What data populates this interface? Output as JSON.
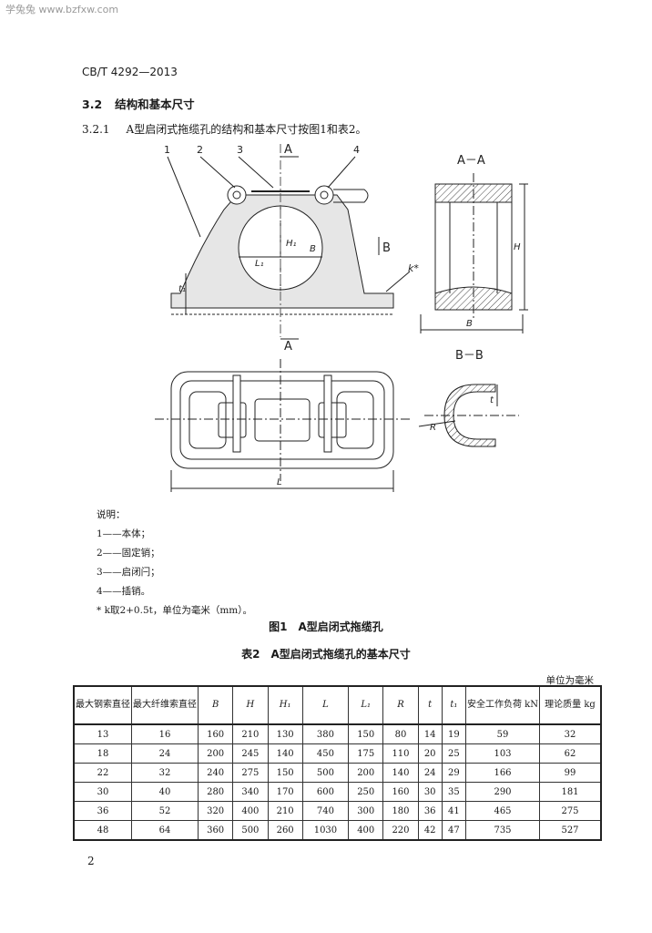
{
  "watermark": "学兔兔 www.bzfxw.com",
  "standard_number": "CB/T 4292—2013",
  "section": {
    "number": "3.2",
    "title": "结构和基本尺寸"
  },
  "clause": {
    "number": "3.2.1",
    "text": "A型启闭式拖缆孔的结构和基本尺寸按图1和表2。"
  },
  "figure_labels": {
    "callout_1": "1",
    "callout_2": "2",
    "callout_3": "3",
    "callout_4": "4",
    "section_A_top": "A",
    "section_A_bottom": "A",
    "section_AA": "A－A",
    "section_B": "B",
    "section_BB": "B－B",
    "dim_H": "H",
    "dim_H1": "H₁",
    "dim_L1": "L₁",
    "dim_t1": "t₁",
    "dim_k": "k*",
    "dim_B": "B",
    "dim_L": "L",
    "dim_t": "t",
    "dim_R": "R"
  },
  "notes": {
    "heading": "说明：",
    "item1": "1——本体；",
    "item2": "2——固定销；",
    "item3": "3——启闭闩；",
    "item4": "4——插销。",
    "footnote": "* k取2+0.5t，单位为毫米（mm）。"
  },
  "figure_caption": "图1　A型启闭式拖缆孔",
  "table_caption": "表2　A型启闭式拖缆孔的基本尺寸",
  "table_unit": "单位为毫米",
  "table": {
    "headers": [
      "最大钢索直径",
      "最大纤维索直径",
      "B",
      "H",
      "H₁",
      "L",
      "L₁",
      "R",
      "t",
      "t₁",
      "安全工作负荷 kN",
      "理论质量 kg"
    ],
    "rows": [
      [
        "13",
        "16",
        "160",
        "210",
        "130",
        "380",
        "150",
        "80",
        "14",
        "19",
        "59",
        "32"
      ],
      [
        "18",
        "24",
        "200",
        "245",
        "140",
        "450",
        "175",
        "110",
        "20",
        "25",
        "103",
        "62"
      ],
      [
        "22",
        "32",
        "240",
        "275",
        "150",
        "500",
        "200",
        "140",
        "24",
        "29",
        "166",
        "99"
      ],
      [
        "30",
        "40",
        "280",
        "340",
        "170",
        "600",
        "250",
        "160",
        "30",
        "35",
        "290",
        "181"
      ],
      [
        "36",
        "52",
        "320",
        "400",
        "210",
        "740",
        "300",
        "180",
        "36",
        "41",
        "465",
        "275"
      ],
      [
        "48",
        "64",
        "360",
        "500",
        "260",
        "1030",
        "400",
        "220",
        "42",
        "47",
        "735",
        "527"
      ]
    ]
  },
  "page_number": "2"
}
